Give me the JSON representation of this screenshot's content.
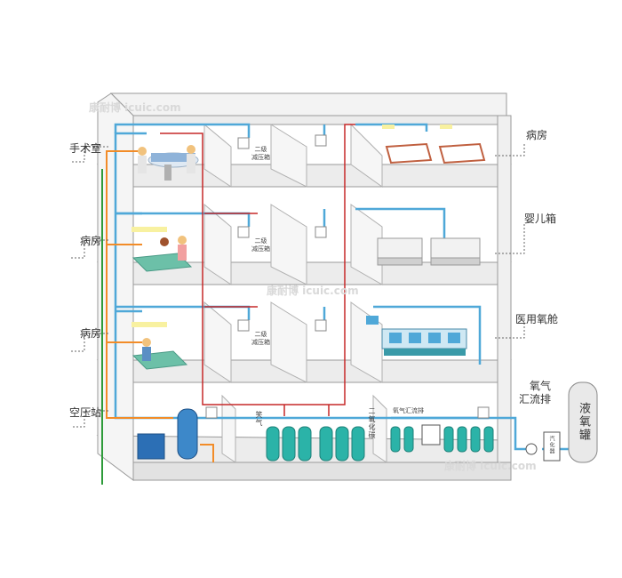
{
  "labels": {
    "operating_room": "手术室",
    "ward_left_2": "病房",
    "ward_left_3": "病房",
    "air_compressor_station": "空压站",
    "ward_right": "病房",
    "incubator": "婴儿箱",
    "hyperbaric_chamber": "医用氧舱",
    "manifold_right_line1": "氧气",
    "manifold_right_line2": "汇流排",
    "liquid_oxygen_tank": "液氧罐",
    "vaporizer": "汽化器",
    "reducer_box_line1": "二级",
    "reducer_box_line2": "减压箱",
    "nitrous_oxide": "笑气",
    "oxygen_manifold": "氧气汇流排",
    "carbon_dioxide": "二氧化碳"
  },
  "watermarks": [
    "康耐博 icuic.com",
    "康耐博 icuic.com",
    "康耐博 icuic.com"
  ],
  "colors": {
    "oxygen_pipe": "#4fa8d8",
    "air_pipe": "#f28c28",
    "vacuum_pipe": "#c62828",
    "ground_pipe": "#2e9b3a",
    "cylinder": "#2bb3a8",
    "wall": "#e8e8e8",
    "wall_edge": "#9a9a9a"
  }
}
